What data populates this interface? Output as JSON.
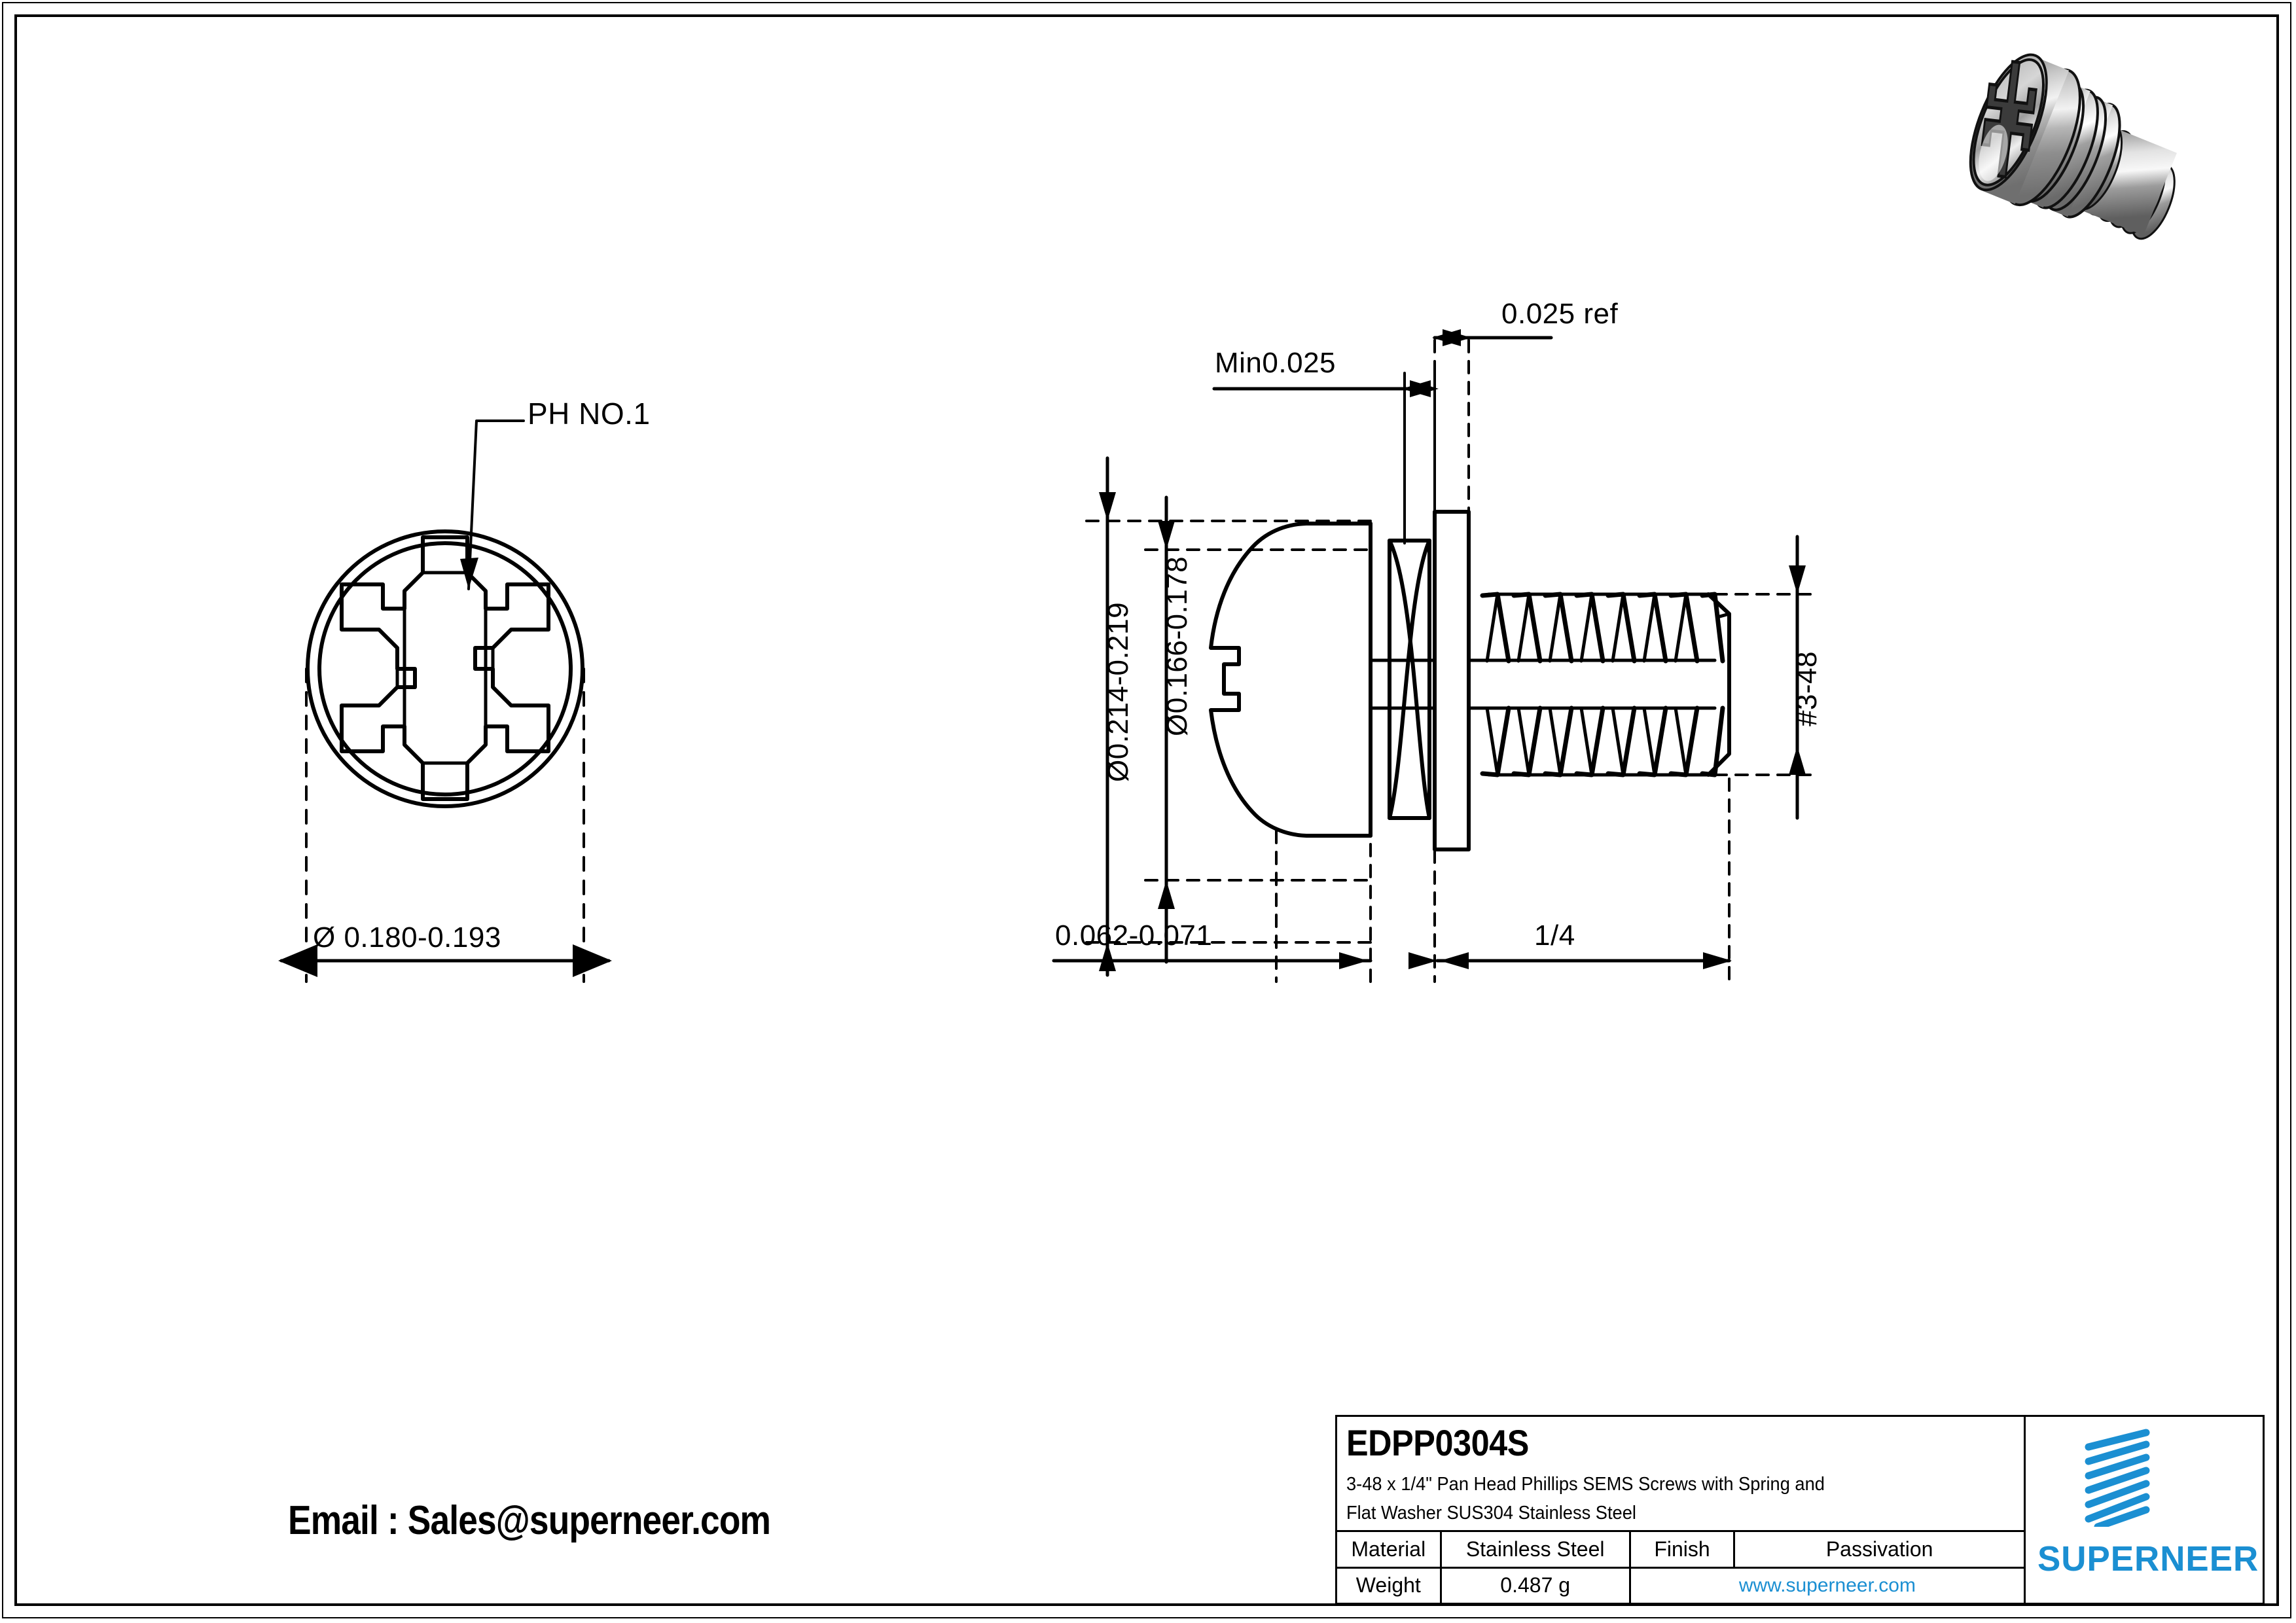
{
  "sheet": {
    "background": "#ffffff",
    "line_color": "#000000",
    "accent_color": "#1b8fd2"
  },
  "contact": {
    "email_line": "Email : Sales@superneer.com"
  },
  "front_view": {
    "callout": "PH NO.1",
    "diameter_dim": "Ø 0.180-0.193"
  },
  "side_view": {
    "top_dim_right": "0.025 ref",
    "top_dim_left": "Min0.025",
    "left_dim_outer": "Ø0.214-0.219",
    "left_dim_inner": "Ø0.166-0.178",
    "right_dim_thread": "#3-48",
    "bottom_dim_head": "0.062-0.071",
    "bottom_dim_length": "1/4"
  },
  "title_block": {
    "part_code": "EDPP0304S",
    "description_line1": "3-48 x 1/4\" Pan Head Phillips SEMS Screws with Spring and",
    "description_line2": "Flat Washer SUS304 Stainless Steel",
    "material_label": "Material",
    "material_value": "Stainless Steel",
    "finish_label": "Finish",
    "finish_value": "Passivation",
    "weight_label": "Weight",
    "weight_value": "0.487 g",
    "website": "www.superneer.com",
    "brand_name": "SUPERNEER"
  }
}
